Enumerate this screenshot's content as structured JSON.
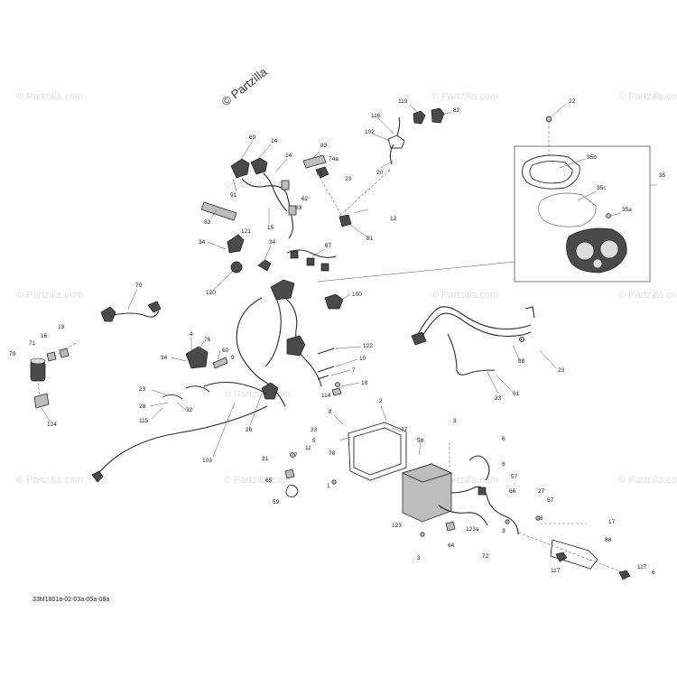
{
  "watermarks": {
    "main": "© Partzilla",
    "faint": "© Partzilla.com"
  },
  "drawing_code": "33M1601a-02-03a-05a-08a",
  "callouts": [
    {
      "id": "22",
      "label": "22"
    },
    {
      "id": "35",
      "label": "35"
    },
    {
      "id": "35a",
      "label": "35a"
    },
    {
      "id": "35b",
      "label": "35b"
    },
    {
      "id": "35c",
      "label": "35c"
    },
    {
      "id": "119",
      "label": "119"
    },
    {
      "id": "82",
      "label": "82"
    },
    {
      "id": "116",
      "label": "116"
    },
    {
      "id": "102",
      "label": "102"
    },
    {
      "id": "20",
      "label": "20"
    },
    {
      "id": "69",
      "label": "69"
    },
    {
      "id": "14a",
      "label": "14"
    },
    {
      "id": "14b",
      "label": "14"
    },
    {
      "id": "83a",
      "label": "83"
    },
    {
      "id": "74a",
      "label": "74a"
    },
    {
      "id": "74",
      "label": "74"
    },
    {
      "id": "23a",
      "label": "23"
    },
    {
      "id": "91",
      "label": "91"
    },
    {
      "id": "62",
      "label": "62"
    },
    {
      "id": "63",
      "label": "63"
    },
    {
      "id": "83b",
      "label": "83"
    },
    {
      "id": "15",
      "label": "15"
    },
    {
      "id": "12",
      "label": "12"
    },
    {
      "id": "81",
      "label": "81"
    },
    {
      "id": "121",
      "label": "121"
    },
    {
      "id": "34a",
      "label": "34"
    },
    {
      "id": "34b",
      "label": "34"
    },
    {
      "id": "67",
      "label": "67"
    },
    {
      "id": "120",
      "label": "120"
    },
    {
      "id": "70",
      "label": "70"
    },
    {
      "id": "100",
      "label": "100"
    },
    {
      "id": "13",
      "label": "13"
    },
    {
      "id": "16",
      "label": "16"
    },
    {
      "id": "71",
      "label": "71"
    },
    {
      "id": "79",
      "label": "79"
    },
    {
      "id": "4",
      "label": "4"
    },
    {
      "id": "76",
      "label": "76"
    },
    {
      "id": "60",
      "label": "60"
    },
    {
      "id": "34c",
      "label": "34"
    },
    {
      "id": "9",
      "label": "9"
    },
    {
      "id": "122",
      "label": "122"
    },
    {
      "id": "10",
      "label": "10"
    },
    {
      "id": "98",
      "label": "98"
    },
    {
      "id": "23b",
      "label": "23"
    },
    {
      "id": "7a",
      "label": "7"
    },
    {
      "id": "18",
      "label": "18"
    },
    {
      "id": "61",
      "label": "61"
    },
    {
      "id": "23c",
      "label": "23"
    },
    {
      "id": "114",
      "label": "114"
    },
    {
      "id": "23d",
      "label": "23"
    },
    {
      "id": "28",
      "label": "28"
    },
    {
      "id": "32",
      "label": "32"
    },
    {
      "id": "115",
      "label": "115"
    },
    {
      "id": "124",
      "label": "124"
    },
    {
      "id": "2",
      "label": "2"
    },
    {
      "id": "8",
      "label": "8"
    },
    {
      "id": "3a",
      "label": "3"
    },
    {
      "id": "26",
      "label": "26"
    },
    {
      "id": "33",
      "label": "33"
    },
    {
      "id": "11",
      "label": "11"
    },
    {
      "id": "77",
      "label": "77"
    },
    {
      "id": "58",
      "label": "58"
    },
    {
      "id": "6a",
      "label": "6"
    },
    {
      "id": "5",
      "label": "5"
    },
    {
      "id": "78",
      "label": "78"
    },
    {
      "id": "31",
      "label": "31"
    },
    {
      "id": "7b",
      "label": "7"
    },
    {
      "id": "103",
      "label": "103"
    },
    {
      "id": "65",
      "label": "65"
    },
    {
      "id": "6b",
      "label": "6"
    },
    {
      "id": "57a",
      "label": "57"
    },
    {
      "id": "1",
      "label": "1"
    },
    {
      "id": "59",
      "label": "59"
    },
    {
      "id": "66",
      "label": "66"
    },
    {
      "id": "27",
      "label": "27"
    },
    {
      "id": "57b",
      "label": "57"
    },
    {
      "id": "3b",
      "label": "3"
    },
    {
      "id": "123",
      "label": "123"
    },
    {
      "id": "123a",
      "label": "123a"
    },
    {
      "id": "17",
      "label": "17"
    },
    {
      "id": "3c",
      "label": "3"
    },
    {
      "id": "64",
      "label": "64"
    },
    {
      "id": "72",
      "label": "72"
    },
    {
      "id": "3d",
      "label": "3"
    },
    {
      "id": "88",
      "label": "88"
    },
    {
      "id": "117a",
      "label": "117"
    },
    {
      "id": "117b",
      "label": "117"
    },
    {
      "id": "6c",
      "label": "6"
    }
  ]
}
